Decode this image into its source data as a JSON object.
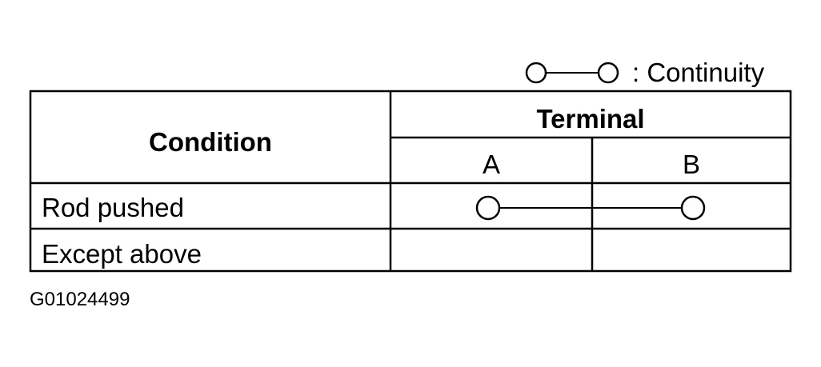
{
  "legend": {
    "symbol": "continuity-symbol",
    "label": ": Continuity"
  },
  "table": {
    "condition_header": "Condition",
    "terminal_header": "Terminal",
    "terminals": [
      "A",
      "B"
    ],
    "rows": [
      {
        "condition": "Rod pushed",
        "continuity": [
          "A",
          "B"
        ]
      },
      {
        "condition": "Except above",
        "continuity": []
      }
    ]
  },
  "figure_id": "G01024499"
}
